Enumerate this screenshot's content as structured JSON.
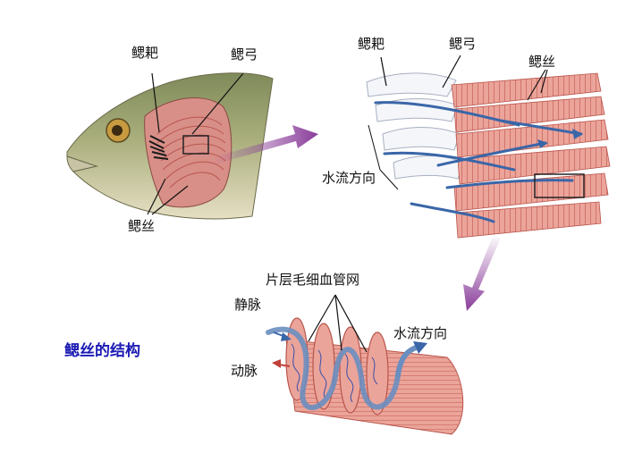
{
  "labels": {
    "fish_rakers": "鳃耙",
    "fish_arch": "鳃弓",
    "fish_filaments": "鳃丝",
    "detail_rakers": "鳃耙",
    "detail_arch": "鳃弓",
    "detail_filaments": "鳃丝",
    "detail_flow": "水流方向",
    "capillary_net": "片层毛细血管网",
    "vein": "静脉",
    "artery": "动脉",
    "filament_flow": "水流方向"
  },
  "title": "鳃丝的结构",
  "colors": {
    "title": "#1a1ab4",
    "arrow": "#8a3d9a",
    "filament": "#e79a90",
    "fish_body": "#9aa370",
    "vessel": "#3a66a8"
  }
}
